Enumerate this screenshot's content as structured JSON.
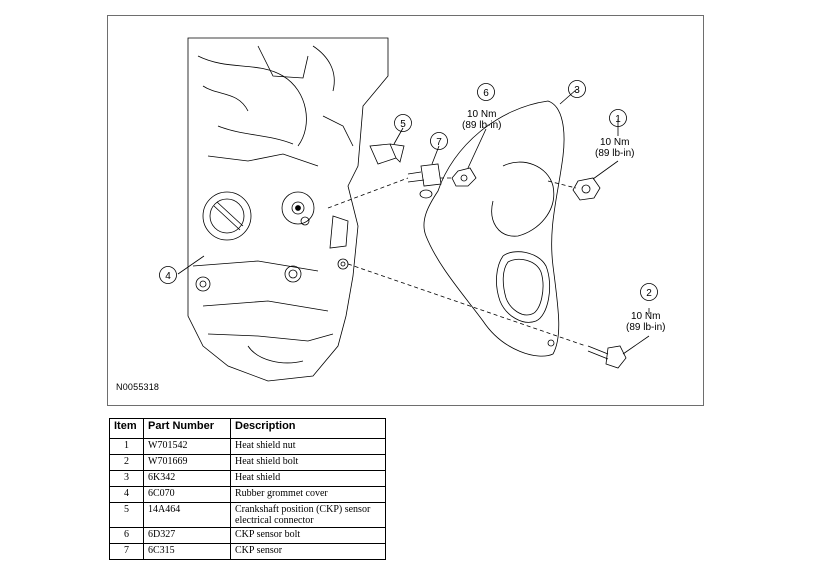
{
  "figure": {
    "id": "N0055318",
    "callouts": [
      {
        "num": "1",
        "torque_nm": "10 Nm",
        "torque_lbin": "(89 lb-in)"
      },
      {
        "num": "2",
        "torque_nm": "10 Nm",
        "torque_lbin": "(89 lb-in)"
      },
      {
        "num": "3"
      },
      {
        "num": "4"
      },
      {
        "num": "5"
      },
      {
        "num": "6",
        "torque_nm": "10 Nm",
        "torque_lbin": "(89 lb-in)"
      },
      {
        "num": "7"
      }
    ]
  },
  "table": {
    "headers": {
      "item": "Item",
      "part_number": "Part Number",
      "description": "Description"
    },
    "rows": [
      {
        "item": "1",
        "part_number": "W701542",
        "description": "Heat shield nut"
      },
      {
        "item": "2",
        "part_number": "W701669",
        "description": "Heat shield bolt"
      },
      {
        "item": "3",
        "part_number": "6K342",
        "description": "Heat shield"
      },
      {
        "item": "4",
        "part_number": "6C070",
        "description": "Rubber grommet cover"
      },
      {
        "item": "5",
        "part_number": "14A464",
        "description": "Crankshaft position (CKP) sensor electrical connector"
      },
      {
        "item": "6",
        "part_number": "6D327",
        "description": "CKP sensor bolt"
      },
      {
        "item": "7",
        "part_number": "6C315",
        "description": "CKP sensor"
      }
    ]
  }
}
